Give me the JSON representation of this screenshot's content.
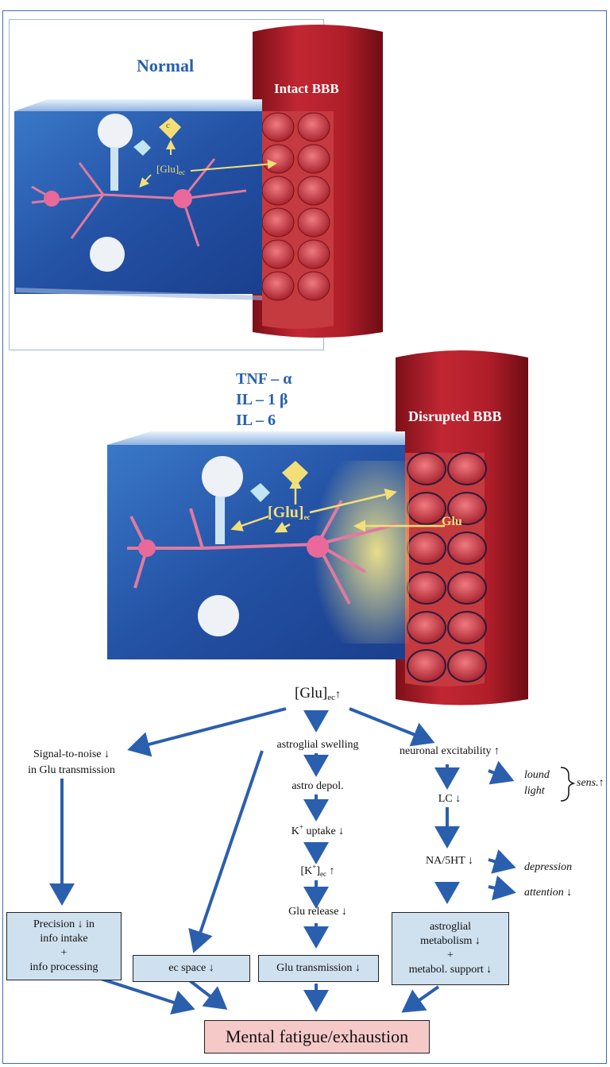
{
  "panels": {
    "normal_title": "Normal",
    "intact_label": "Intact BBB",
    "glu_ec_label": "[Glu]",
    "glu_ec_sub": "ec",
    "cytokines": [
      "TNF – α",
      "IL – 1 β",
      "IL – 6"
    ],
    "disrupted_label": "Disrupted BBB",
    "glu_label": "Glu",
    "small_c": "c"
  },
  "flow": {
    "top": {
      "text": "[Glu]",
      "sub": "ec",
      "arrow": "↑"
    },
    "left": {
      "signal_line1": "Signal-to-noise ↓",
      "signal_line2": "in Glu transmission",
      "box_lines": [
        "Precision ↓ in",
        "info intake",
        "+",
        "info processing"
      ]
    },
    "ec_space": "ec space ↓",
    "center": {
      "swelling": "astroglial swelling",
      "depol": "astro depol.",
      "k_uptake_k": "K",
      "k_uptake_plus": "+",
      "k_uptake_rest": " uptake ↓",
      "k_ec_open": "[K",
      "k_ec_plus": "+",
      "k_ec_close": "]",
      "k_ec_sub": "ec",
      "k_ec_arrow": " ↑",
      "glu_release": "Glu release ↓",
      "glu_transmission": "Glu transmission ↓"
    },
    "right": {
      "excitability": "neuronal excitability ↑",
      "lc": "LC ↓",
      "loud": "lound",
      "light": "light",
      "sens": "sens.↑",
      "na5ht": "NA/5HT ↓",
      "depression": "depression",
      "attention": "attention ↓",
      "box_lines": [
        "astroglial",
        "metabolism ↓",
        "+",
        "metabol. support ↓"
      ]
    },
    "final": "Mental fatigue/exhaustion"
  },
  "colors": {
    "arrow": "#2a5fae",
    "heading": "#2660ad",
    "box": "#cfe0ef",
    "final_box": "#f6c9c9",
    "vessel": "#b51f2a",
    "tissue": "#2f5fb0",
    "glu_yellow": "#f2df77"
  }
}
